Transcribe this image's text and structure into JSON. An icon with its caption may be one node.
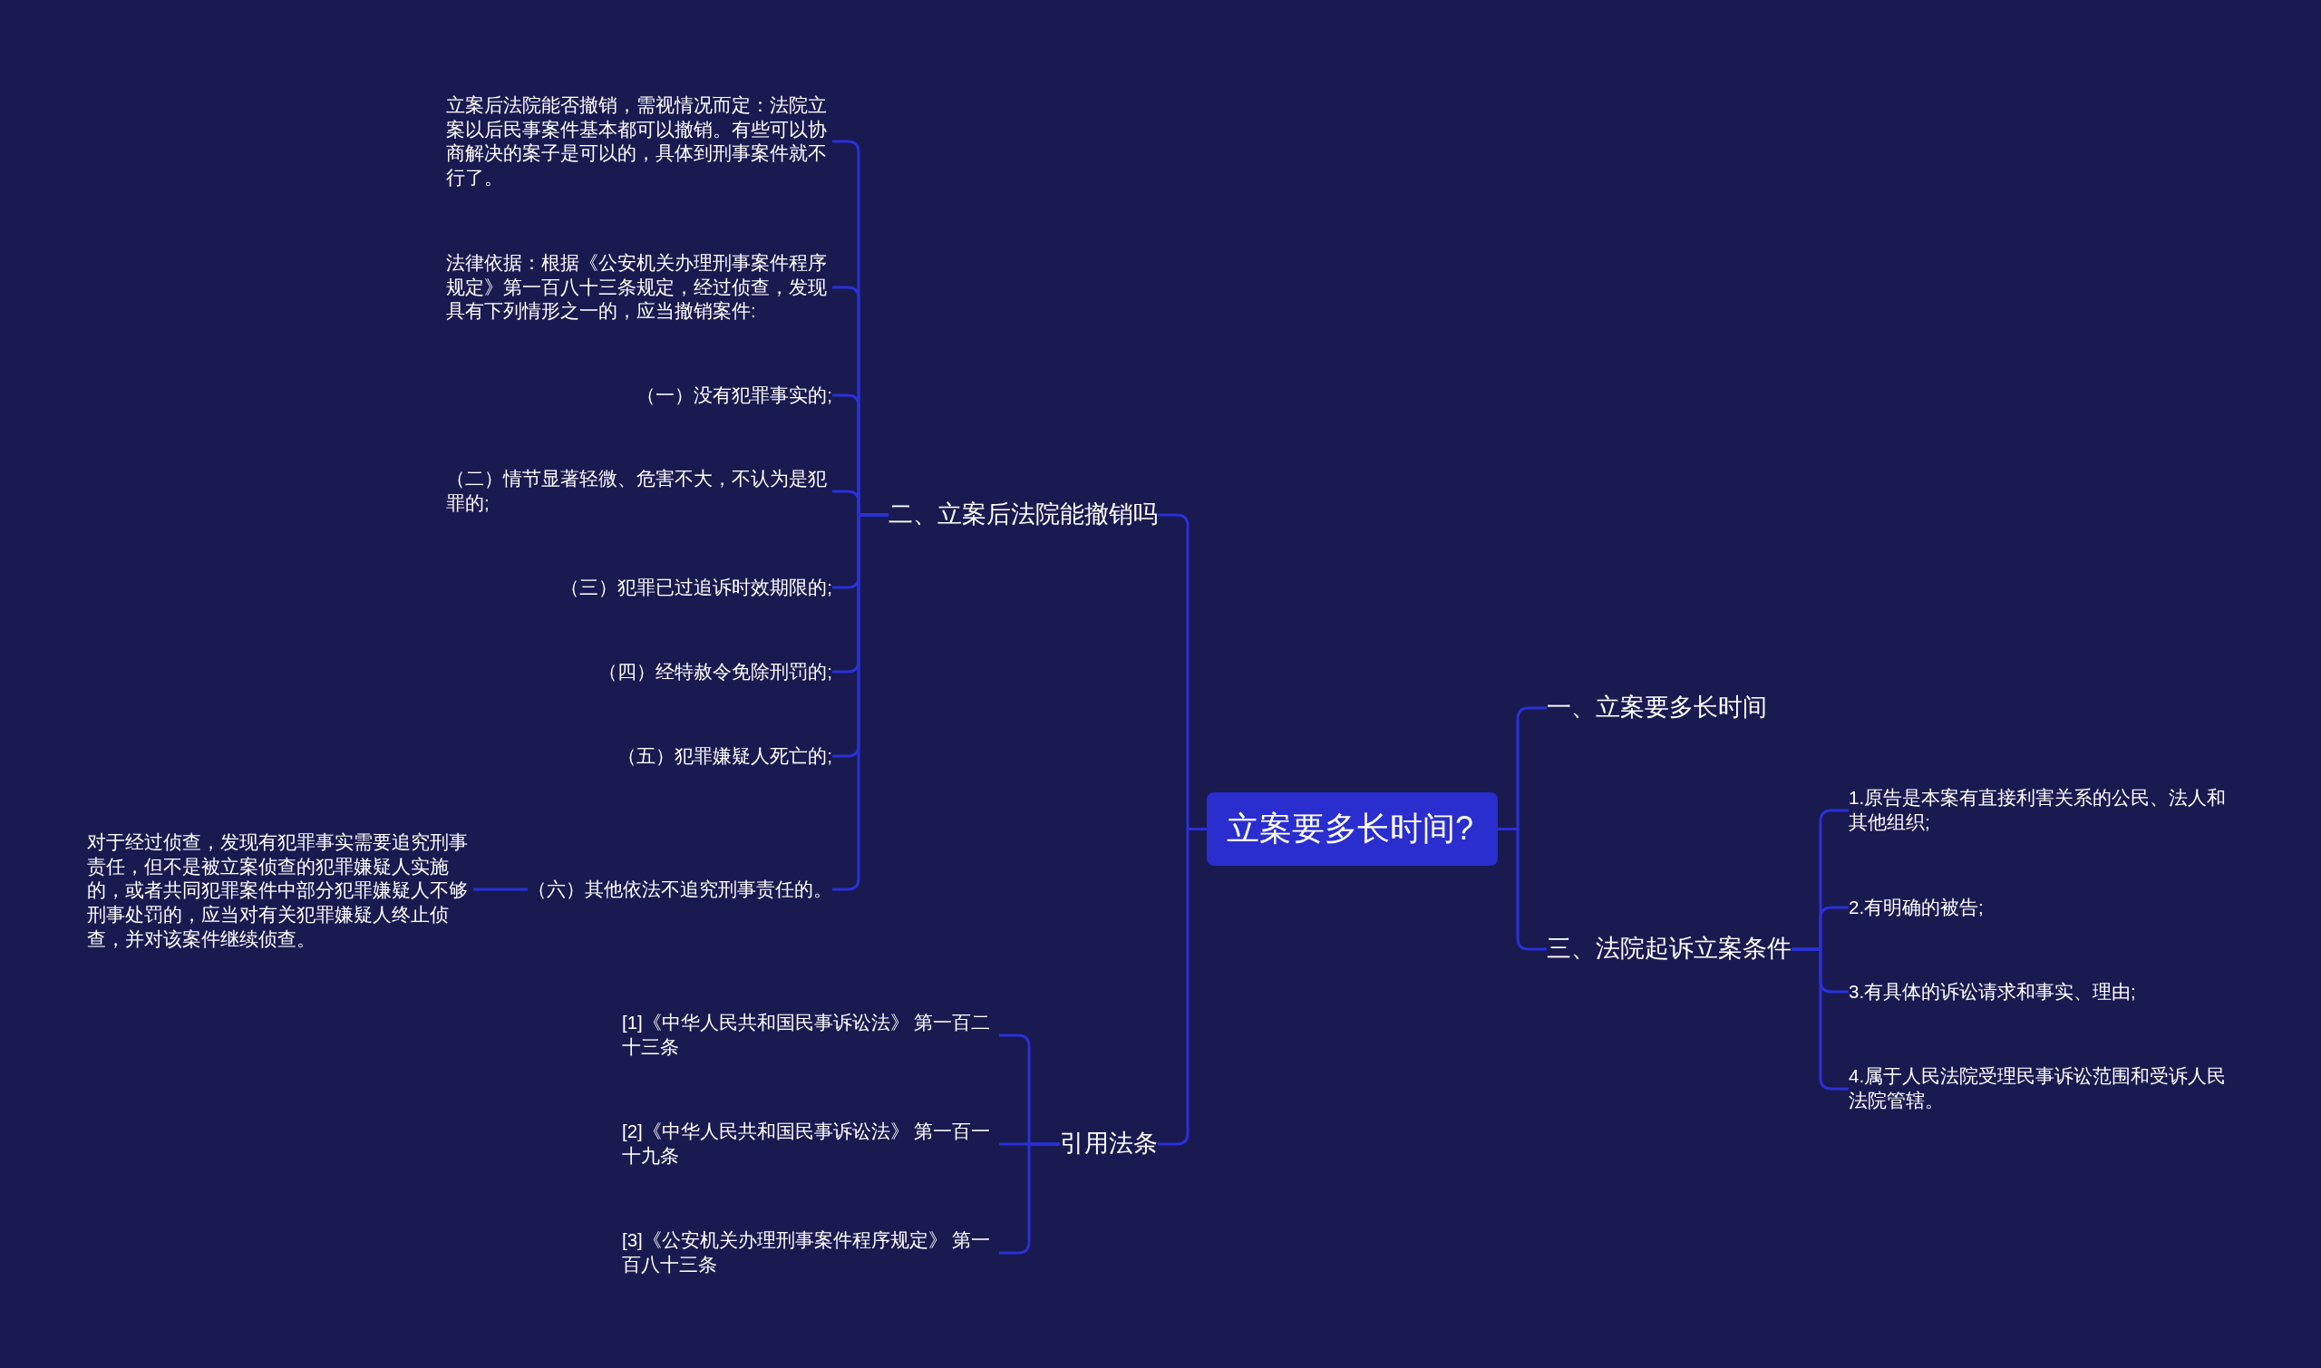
{
  "diagram": {
    "nodes": [
      {
        "text": [
          "立案要多长时间?"
        ]
      },
      {
        "text": [
          "二、立案后法院能撤销吗"
        ]
      },
      {
        "text": [
          "引用法条"
        ]
      },
      {
        "text": [
          "一、立案要多长时间"
        ]
      },
      {
        "text": [
          "三、法院起诉立案条件"
        ]
      },
      {
        "text": [
          "立案后法院能否撤销，需视情况而定：法院立案以后民事案件基本都可以撤销。有些可以协商解决的案子是可以的，具体到刑事案件就不行了。"
        ]
      },
      {
        "text": [
          "法律依据：根据《公安机关办理刑事案件程序规定》第一百八十三条规定，经过侦查，发现具有下列情形之一的，应当撤销案件:"
        ]
      },
      {
        "text": [
          "（一）没有犯罪事实的;"
        ]
      },
      {
        "text": [
          "（二）情节显著轻微、危害不大，不认为是犯罪的;"
        ]
      },
      {
        "text": [
          "（三）犯罪已过追诉时效期限的;"
        ]
      },
      {
        "text": [
          "（四）经特赦令免除刑罚的;"
        ]
      },
      {
        "text": [
          "（五）犯罪嫌疑人死亡的;"
        ]
      },
      {
        "text": [
          "（六）其他依法不追究刑事责任的。"
        ]
      },
      {
        "text": [
          "对于经过侦查，发现有犯罪事实需要追究刑事责任，但不是被立案侦查的犯罪嫌疑人实施的，或者共同犯罪案件中部分犯罪嫌疑人不够刑事处罚的，应当对有关犯罪嫌疑人终止侦查，并对该案件继续侦查。"
        ]
      },
      {
        "text": [
          "[1]《中华人民共和国民事诉讼法》 第一百二十三条"
        ]
      },
      {
        "text": [
          "[2]《中华人民共和国民事诉讼法》 第一百一十九条"
        ]
      },
      {
        "text": [
          "[3]《公安机关办理刑事案件程序规定》 第一百八十三条"
        ]
      },
      {
        "text": [
          "1.原告是本案有直接利害关系的公民、法人和其他组织;"
        ]
      },
      {
        "text": [
          "2.有明确的被告;"
        ]
      },
      {
        "text": [
          "3.有具体的诉讼请求和事实、理由;"
        ]
      },
      {
        "text": [
          "4.属于人民法院受理民事诉讼范围和受诉人民法院管辖。"
        ]
      }
    ],
    "edges": [
      {
        "from": 0,
        "to": 1,
        "arrow": "none"
      },
      {
        "from": 0,
        "to": 2,
        "arrow": "none"
      },
      {
        "from": 0,
        "to": 3,
        "arrow": "none"
      },
      {
        "from": 0,
        "to": 4,
        "arrow": "none"
      },
      {
        "from": 1,
        "to": 5,
        "arrow": "none"
      },
      {
        "from": 1,
        "to": 6,
        "arrow": "none"
      },
      {
        "from": 1,
        "to": 7,
        "arrow": "none"
      },
      {
        "from": 1,
        "to": 8,
        "arrow": "none"
      },
      {
        "from": 1,
        "to": 9,
        "arrow": "none"
      },
      {
        "from": 1,
        "to": 10,
        "arrow": "none"
      },
      {
        "from": 1,
        "to": 11,
        "arrow": "none"
      },
      {
        "from": 1,
        "to": 12,
        "arrow": "none"
      },
      {
        "from": 12,
        "to": 13,
        "arrow": "none"
      },
      {
        "from": 2,
        "to": 14,
        "arrow": "none"
      },
      {
        "from": 2,
        "to": 15,
        "arrow": "none"
      },
      {
        "from": 2,
        "to": 16,
        "arrow": "none"
      },
      {
        "from": 4,
        "to": 17,
        "arrow": "none"
      },
      {
        "from": 4,
        "to": 18,
        "arrow": "none"
      },
      {
        "from": 4,
        "to": 19,
        "arrow": "none"
      },
      {
        "from": 4,
        "to": 20,
        "arrow": "none"
      }
    ]
  }
}
